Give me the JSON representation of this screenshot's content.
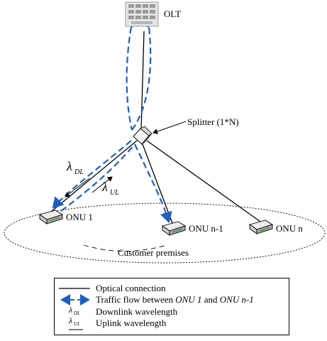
{
  "nodes": {
    "olt": "OLT",
    "splitter": "Splitter (1*N)",
    "onu1": "ONU 1",
    "onu_n_minus_1": "ONU n-1",
    "onu_n": "ONU n",
    "customer_premises": "Customer premises"
  },
  "wavelength_labels": {
    "lambda": "λ",
    "dl": "DL",
    "ul": "UL"
  },
  "legend": {
    "optical_connection": "Optical connection",
    "traffic_flow_prefix": "Traffic flow between ",
    "traffic_flow_onu1": "ONU 1",
    "traffic_flow_and": " and ",
    "traffic_flow_onu_n1": "ONU n-1",
    "downlink": "Downlink wavelength",
    "uplink": "Uplink wavelength"
  },
  "colors": {
    "optical_line": "#000000",
    "traffic_flow": "#1f5fbf",
    "device_fill": "#e8e8e8"
  }
}
